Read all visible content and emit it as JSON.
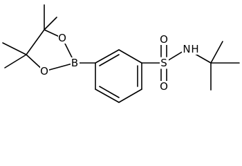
{
  "molecule": {
    "atom_labels": {
      "oxygen_upper_ring": "O",
      "oxygen_lower_ring": "O",
      "boron": "B",
      "sulfur": "S",
      "oxygen_sulfonyl_top": "O",
      "oxygen_sulfonyl_bottom": "O",
      "nitrogen": "N",
      "amide_hydrogen": "H"
    },
    "colors": {
      "bond": "#000000",
      "text": "#000000",
      "background": "#ffffff"
    }
  }
}
